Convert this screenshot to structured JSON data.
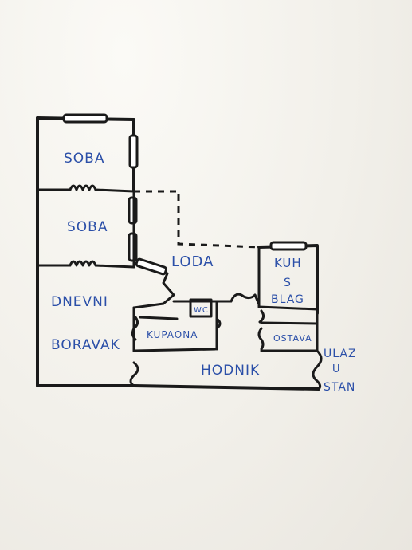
{
  "plan": {
    "rooms": {
      "soba_1": "SOBA",
      "soba_2": "SOBA",
      "loda": "LODA",
      "dnevni_line1": "DNEVNI",
      "dnevni_line2": "BORAVAK",
      "kuh_line1": "KUH",
      "kuh_line2": "S",
      "kuh_line3": "BLAG",
      "wc": "WC",
      "kupaona": "KUPAONA",
      "ostava": "OSTAVA",
      "hodnik": "HODNIK"
    },
    "entrance": {
      "line1": "ULAZ",
      "line2": "U",
      "line3": "STAN"
    }
  }
}
